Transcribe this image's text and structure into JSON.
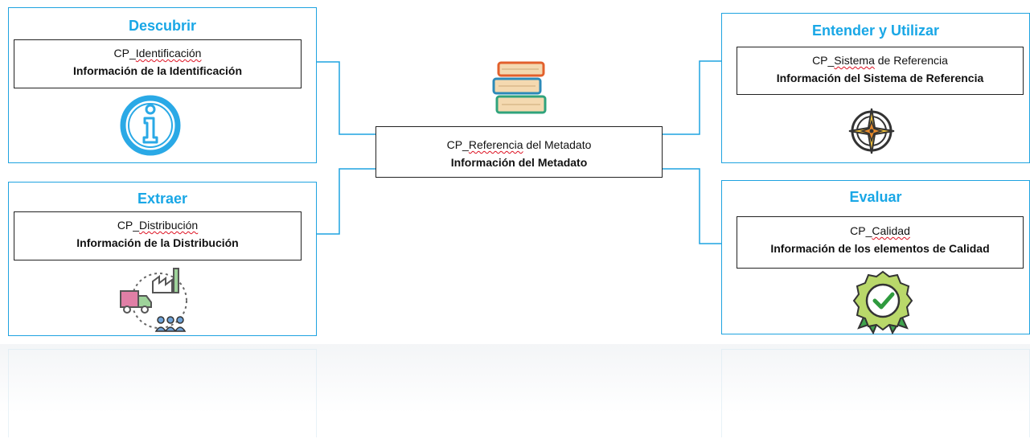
{
  "colors": {
    "accent": "#19a7e6",
    "border": "#1fa3e0",
    "text": "#111111",
    "squiggle": "#d12222"
  },
  "center": {
    "code_prefix": "CP_",
    "code_rest": "Referencia",
    "code_suffix": " del Metadato",
    "description": "Información del Metadato",
    "icon": "books-icon"
  },
  "panels": {
    "descubrir": {
      "title": "Descubrir",
      "code_prefix": "CP_",
      "code_rest": "Identificación",
      "code_suffix": "",
      "description": "Información de la Identificación",
      "icon": "info-icon"
    },
    "extraer": {
      "title": "Extraer",
      "code_prefix": "CP_",
      "code_rest": "Distribución",
      "code_suffix": "",
      "description": "Información de la Distribución",
      "icon": "distribution-icon"
    },
    "entender": {
      "title": "Entender y Utilizar",
      "code_prefix": "CP_",
      "code_rest": "Sistema",
      "code_suffix": " de Referencia",
      "description": "Información del Sistema de Referencia",
      "icon": "compass-icon"
    },
    "evaluar": {
      "title": "Evaluar",
      "code_prefix": "CP_",
      "code_rest": "Calidad",
      "code_suffix": "",
      "description": "Información de los elementos de Calidad",
      "icon": "quality-badge-icon"
    }
  }
}
